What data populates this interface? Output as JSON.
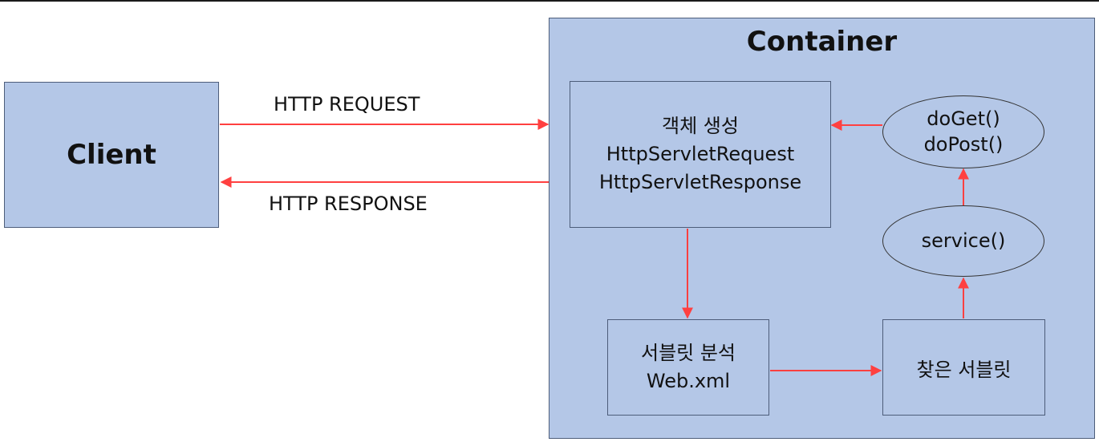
{
  "client": {
    "label": "Client"
  },
  "container": {
    "title": "Container"
  },
  "edges": {
    "request": "HTTP REQUEST",
    "response": "HTTP RESPONSE"
  },
  "nodes": {
    "create": {
      "line1": "객체 생성",
      "line2": "HttpServletRequest",
      "line3": "HttpServletResponse"
    },
    "analyze": {
      "line1": "서블릿 분석",
      "line2": "Web.xml"
    },
    "found": {
      "label": "찾은 서블릿"
    },
    "service": {
      "label": "service()"
    },
    "handlers": {
      "line1": "doGet()",
      "line2": "doPost()"
    }
  },
  "colors": {
    "box_fill": "#b4c7e7",
    "box_border": "#4d5d7a",
    "arrow": "#ff4040"
  }
}
